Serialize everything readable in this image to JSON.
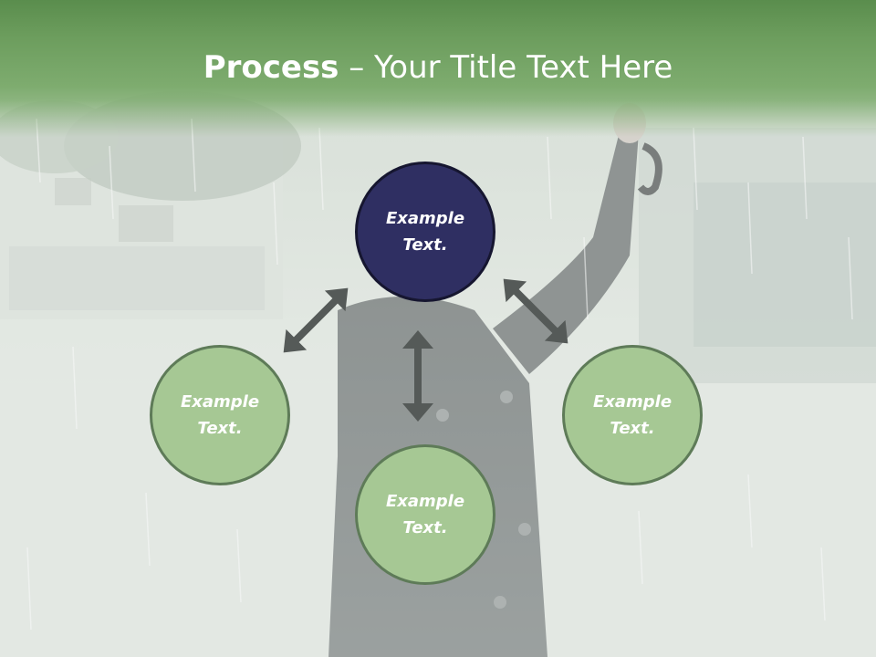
{
  "title": {
    "bold": "Process",
    "rest": " – Your Title Text Here"
  },
  "nodes": {
    "top": {
      "line1": "Example",
      "line2": "Text."
    },
    "left": {
      "line1": "Example",
      "line2": "Text."
    },
    "bottom": {
      "line1": "Example",
      "line2": "Text."
    },
    "right": {
      "line1": "Example",
      "line2": "Text."
    }
  },
  "colors": {
    "header_green": "#6c9d5d",
    "node_green": "#a6c894",
    "node_navy": "#2f2f62",
    "arrow_gray": "#555a58"
  }
}
